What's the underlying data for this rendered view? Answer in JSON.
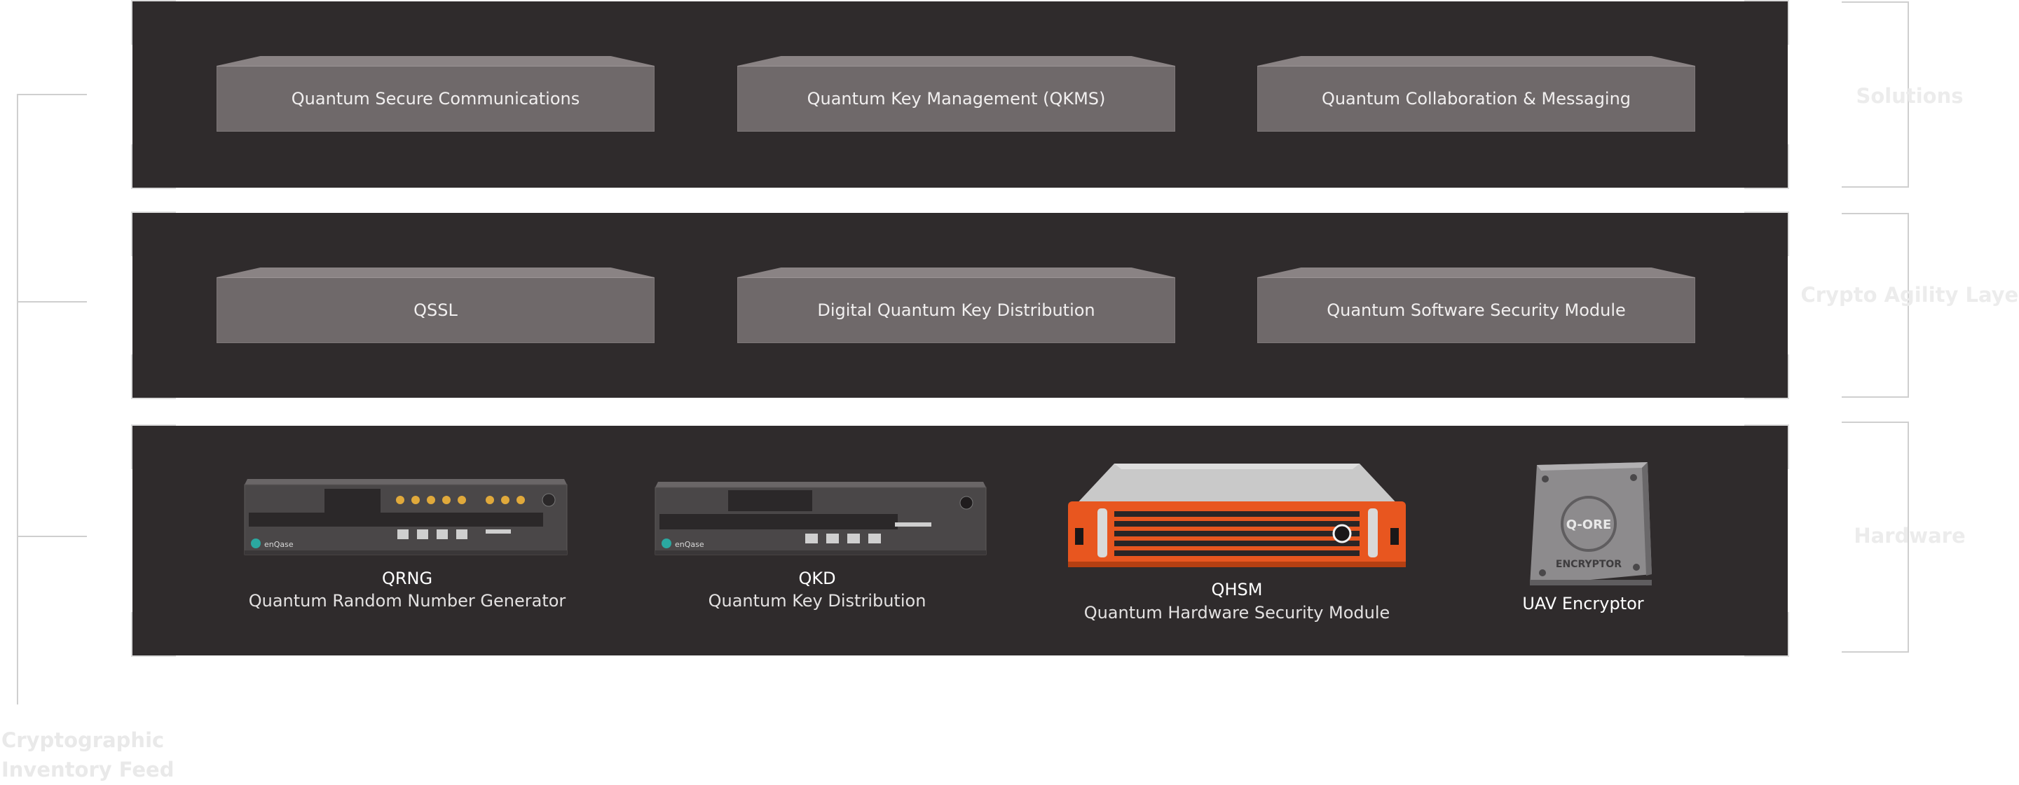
{
  "layers": {
    "solutions": {
      "label": "Solutions",
      "modules": [
        "Quantum Secure Communications",
        "Quantum Key Management (QKMS)",
        "Quantum Collaboration & Messaging"
      ]
    },
    "crypto_agility": {
      "label": "Crypto Agility Layer",
      "modules": [
        "QSSL",
        "Digital Quantum Key Distribution",
        "Quantum Software Security Module"
      ]
    },
    "hardware": {
      "label": "Hardware",
      "devices": [
        {
          "title": "QRNG",
          "subtitle": "Quantum Random Number Generator",
          "brand": "enQase"
        },
        {
          "title": "QKD",
          "subtitle": "Quantum Key Distribution",
          "brand": "enQase"
        },
        {
          "title": "QHSM",
          "subtitle": "Quantum Hardware Security Module"
        },
        {
          "title": "UAV Encryptor",
          "badge": "Q-ORE",
          "caption": "ENCRYPTOR"
        }
      ]
    }
  },
  "feed": {
    "line1": "Cryptographic",
    "line2": "Inventory Feed"
  },
  "colors": {
    "layer_bg": "#2f2b2c",
    "module_bg": "#6f696a",
    "accent_orange": "#e8561f",
    "label_light": "#ececec"
  }
}
